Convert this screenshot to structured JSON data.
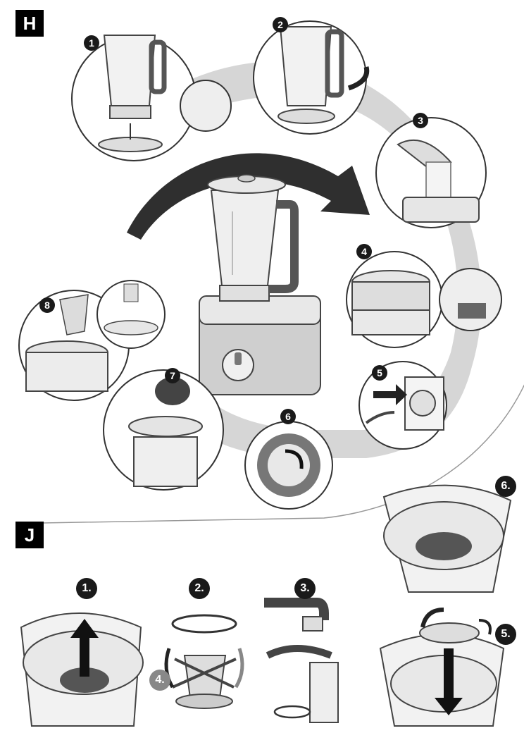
{
  "section_h": {
    "label": "H"
  },
  "section_j": {
    "label": "J"
  },
  "h_steps": [
    "1",
    "2",
    "3",
    "4",
    "5",
    "6",
    "7",
    "8"
  ],
  "j_steps": [
    "1.",
    "2.",
    "3.",
    "4.",
    "5.",
    "6."
  ]
}
